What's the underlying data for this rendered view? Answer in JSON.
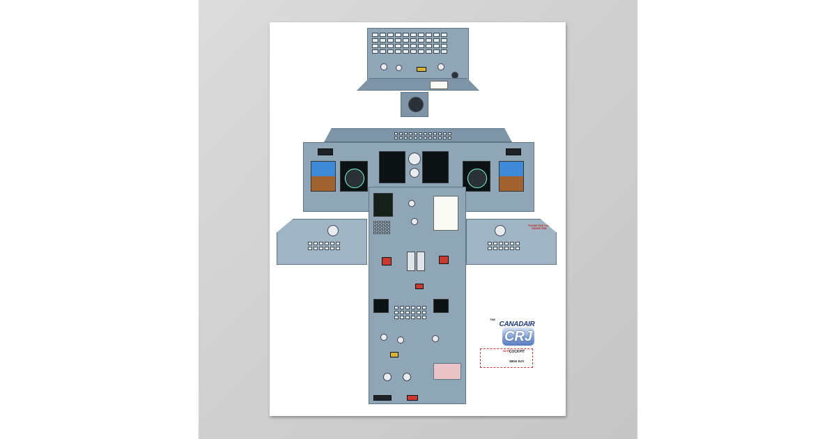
{
  "poster": {
    "logo": {
      "the_label": "THE",
      "brand": "CANADAIR",
      "model": "CRJ",
      "cockpit_label": "COCKPIT",
      "author": "MIKE RAY"
    },
    "note_title": "NOTE",
    "red_tag": "PLEASE TAKE CARE\nENGINE TRIM"
  },
  "colors": {
    "panel": "#8ea6b6",
    "wall": "#cfcfcf",
    "poster_background": "#ffffff"
  }
}
